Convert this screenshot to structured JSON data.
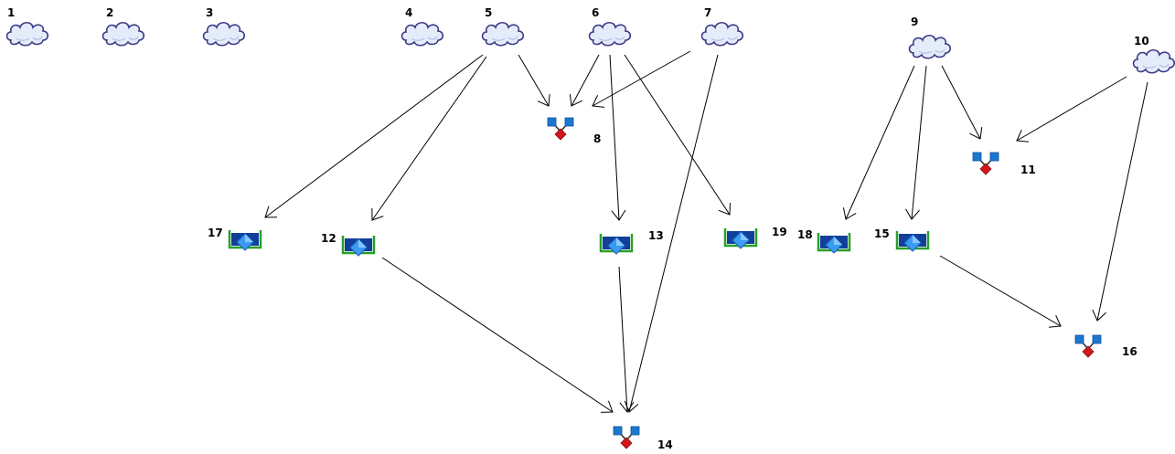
{
  "diagram": {
    "node_types": {
      "cloud": "cloud-icon",
      "merge": "merge-icon",
      "basin": "basin-icon"
    },
    "colors": {
      "cloud_fill": "#e4ecfa",
      "cloud_stroke": "#3e3a86",
      "blue": "#1b78d0",
      "red": "#d0191c",
      "basin_dark": "#123f9a",
      "basin_green": "#28a02a"
    },
    "nodes": [
      {
        "id": "1",
        "type": "cloud",
        "label": "1"
      },
      {
        "id": "2",
        "type": "cloud",
        "label": "2"
      },
      {
        "id": "3",
        "type": "cloud",
        "label": "3"
      },
      {
        "id": "4",
        "type": "cloud",
        "label": "4"
      },
      {
        "id": "5",
        "type": "cloud",
        "label": "5"
      },
      {
        "id": "6",
        "type": "cloud",
        "label": "6"
      },
      {
        "id": "7",
        "type": "cloud",
        "label": "7"
      },
      {
        "id": "9",
        "type": "cloud",
        "label": "9"
      },
      {
        "id": "10",
        "type": "cloud",
        "label": "10"
      },
      {
        "id": "8",
        "type": "merge",
        "label": "8"
      },
      {
        "id": "11",
        "type": "merge",
        "label": "11"
      },
      {
        "id": "14",
        "type": "merge",
        "label": "14"
      },
      {
        "id": "16",
        "type": "merge",
        "label": "16"
      },
      {
        "id": "17",
        "type": "basin",
        "label": "17"
      },
      {
        "id": "12",
        "type": "basin",
        "label": "12"
      },
      {
        "id": "13",
        "type": "basin",
        "label": "13"
      },
      {
        "id": "19",
        "type": "basin",
        "label": "19"
      },
      {
        "id": "18",
        "type": "basin",
        "label": "18"
      },
      {
        "id": "15",
        "type": "basin",
        "label": "15"
      }
    ],
    "edges": [
      {
        "from": "5",
        "to": "8"
      },
      {
        "from": "6",
        "to": "8"
      },
      {
        "from": "7",
        "to": "8"
      },
      {
        "from": "5",
        "to": "17"
      },
      {
        "from": "5",
        "to": "12"
      },
      {
        "from": "6",
        "to": "13"
      },
      {
        "from": "6",
        "to": "19"
      },
      {
        "from": "7",
        "to": "14"
      },
      {
        "from": "12",
        "to": "14"
      },
      {
        "from": "13",
        "to": "14"
      },
      {
        "from": "9",
        "to": "18"
      },
      {
        "from": "9",
        "to": "15"
      },
      {
        "from": "9",
        "to": "11"
      },
      {
        "from": "10",
        "to": "11"
      },
      {
        "from": "10",
        "to": "16"
      },
      {
        "from": "15",
        "to": "16"
      }
    ]
  }
}
